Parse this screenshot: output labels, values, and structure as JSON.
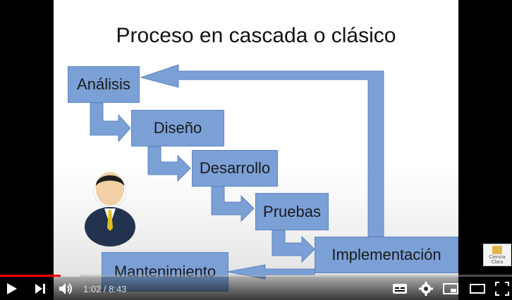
{
  "slide": {
    "title": "Proceso en cascada o clásico",
    "steps": [
      "Análisis",
      "Diseño",
      "Desarrollo",
      "Pruebas",
      "Implementación",
      "Mantenimiento"
    ],
    "box_color": "#7aa0d6"
  },
  "watermark": {
    "text": "Ciencia Clara"
  },
  "player": {
    "current_time": "1:02",
    "duration": "8:43",
    "progress_played_fraction": 0.118,
    "progress_loaded_fraction": 0.155,
    "accent_color": "#ff0000",
    "icons": [
      "play-icon",
      "next-icon",
      "volume-icon",
      "subtitles-icon",
      "settings-icon",
      "miniplayer-icon",
      "theater-mode-icon",
      "fullscreen-icon"
    ]
  }
}
